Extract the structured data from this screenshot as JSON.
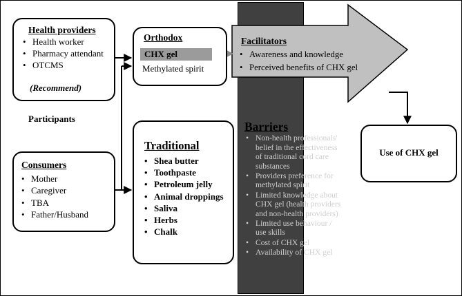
{
  "health_providers": {
    "title": "Health providers",
    "items": [
      "Health worker",
      "Pharmacy attendant",
      "OTCMS"
    ],
    "note": "(Recommend)"
  },
  "participants_label": "Participants",
  "consumers": {
    "title": "Consumers",
    "items": [
      "Mother",
      "Caregiver",
      "TBA",
      "Father/Husband"
    ]
  },
  "orthodox": {
    "title": "Orthodox",
    "items": [
      "CHX gel",
      "Methylated spirit"
    ]
  },
  "traditional": {
    "title": "Traditional",
    "items": [
      "Shea butter",
      "Toothpaste",
      "Petroleum jelly",
      "Animal droppings",
      "Saliva",
      "Herbs",
      "Chalk"
    ]
  },
  "facilitators": {
    "title": "Facilitators",
    "items": [
      "Awareness and knowledge",
      "Perceived benefits of CHX gel"
    ]
  },
  "barriers": {
    "title": "Barriers",
    "items": [
      "Non-health professionals' belief in the effectiveness of traditional cord care substances",
      "Providers preference for methylated spirit",
      "Limited knowledge about CHX gel (health providers and non-health providers)",
      "Limited use behaviour / use skills",
      "Cost of CHX gel",
      "Availability of CHX gel"
    ]
  },
  "outcome": {
    "label": "Use of CHX gel"
  },
  "colors": {
    "dark_panel": "#404040",
    "arrow_fill": "#c0c0c0",
    "highlight": "#9b9b9b",
    "connector_gray": "#8a8a8a",
    "barrier_text": "#cfcfcf"
  }
}
